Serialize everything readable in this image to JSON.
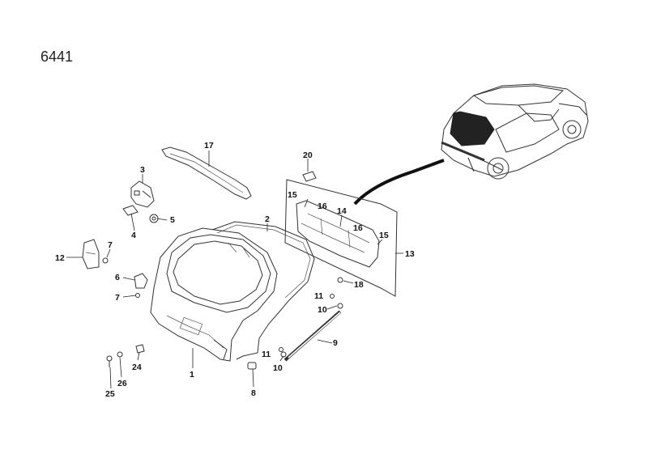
{
  "diagram_code": "6441",
  "callouts": [
    {
      "id": "1",
      "label": "1"
    },
    {
      "id": "2",
      "label": "2"
    },
    {
      "id": "3",
      "label": "3"
    },
    {
      "id": "4",
      "label": "4"
    },
    {
      "id": "5",
      "label": "5"
    },
    {
      "id": "6",
      "label": "6"
    },
    {
      "id": "7a",
      "label": "7"
    },
    {
      "id": "7b",
      "label": "7"
    },
    {
      "id": "8",
      "label": "8"
    },
    {
      "id": "9",
      "label": "9"
    },
    {
      "id": "10a",
      "label": "10"
    },
    {
      "id": "10b",
      "label": "10"
    },
    {
      "id": "11a",
      "label": "11"
    },
    {
      "id": "11b",
      "label": "11"
    },
    {
      "id": "12",
      "label": "12"
    },
    {
      "id": "13",
      "label": "13"
    },
    {
      "id": "14",
      "label": "14"
    },
    {
      "id": "15a",
      "label": "15"
    },
    {
      "id": "15b",
      "label": "15"
    },
    {
      "id": "16a",
      "label": "16"
    },
    {
      "id": "16b",
      "label": "16"
    },
    {
      "id": "17",
      "label": "17"
    },
    {
      "id": "18",
      "label": "18"
    },
    {
      "id": "20",
      "label": "20"
    },
    {
      "id": "24",
      "label": "24"
    },
    {
      "id": "25",
      "label": "25"
    },
    {
      "id": "26",
      "label": "26"
    }
  ]
}
